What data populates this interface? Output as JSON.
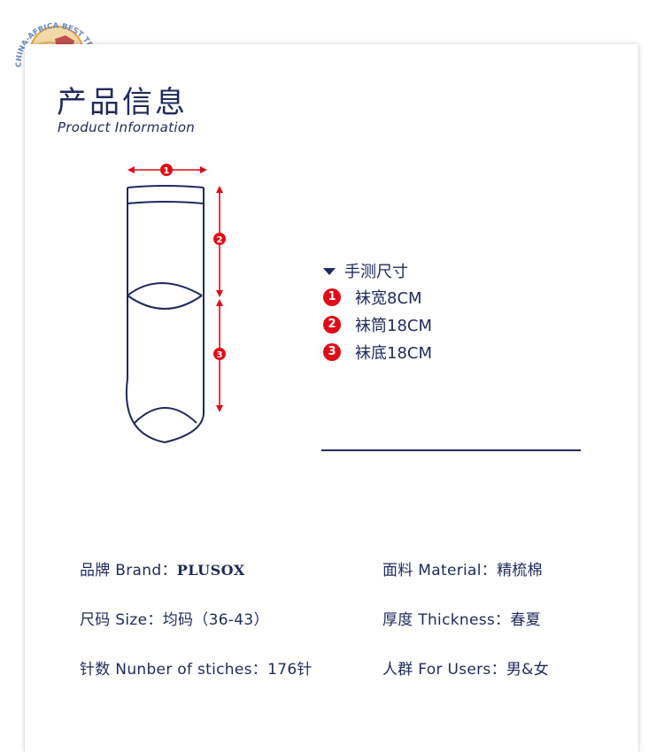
{
  "logo": {
    "ring_text": "CHINA-AFRICA BEST TRADING PLATFORM",
    "icon": "globe-africa-china-icon",
    "colors": {
      "ring": "#6b86c4",
      "globe": "#e8a23c",
      "africa": "#6aa84f",
      "china": "#c0504d"
    }
  },
  "header": {
    "title_cn": "产品信息",
    "title_en": "Product Information"
  },
  "diagram": {
    "icon": "sock-outline-icon",
    "markers": [
      "1",
      "2",
      "3"
    ],
    "colors": {
      "outline": "#1f2a5c",
      "measure": "#e00b16"
    }
  },
  "legend": {
    "heading": "手测尺寸",
    "items": [
      {
        "num": "1",
        "label": "袜宽8CM"
      },
      {
        "num": "2",
        "label": "袜筒18CM"
      },
      {
        "num": "3",
        "label": "袜底18CM"
      }
    ]
  },
  "specs": {
    "brand_label": "品牌 Brand：",
    "brand_value": "PLUSOX",
    "material": "面料 Material：精梳棉",
    "size": "尺码 Size：均码（36-43）",
    "thickness": "厚度 Thickness：春夏",
    "stitches": "针数 Nunber of stiches：176针",
    "users": "人群 For Users：男&女"
  }
}
